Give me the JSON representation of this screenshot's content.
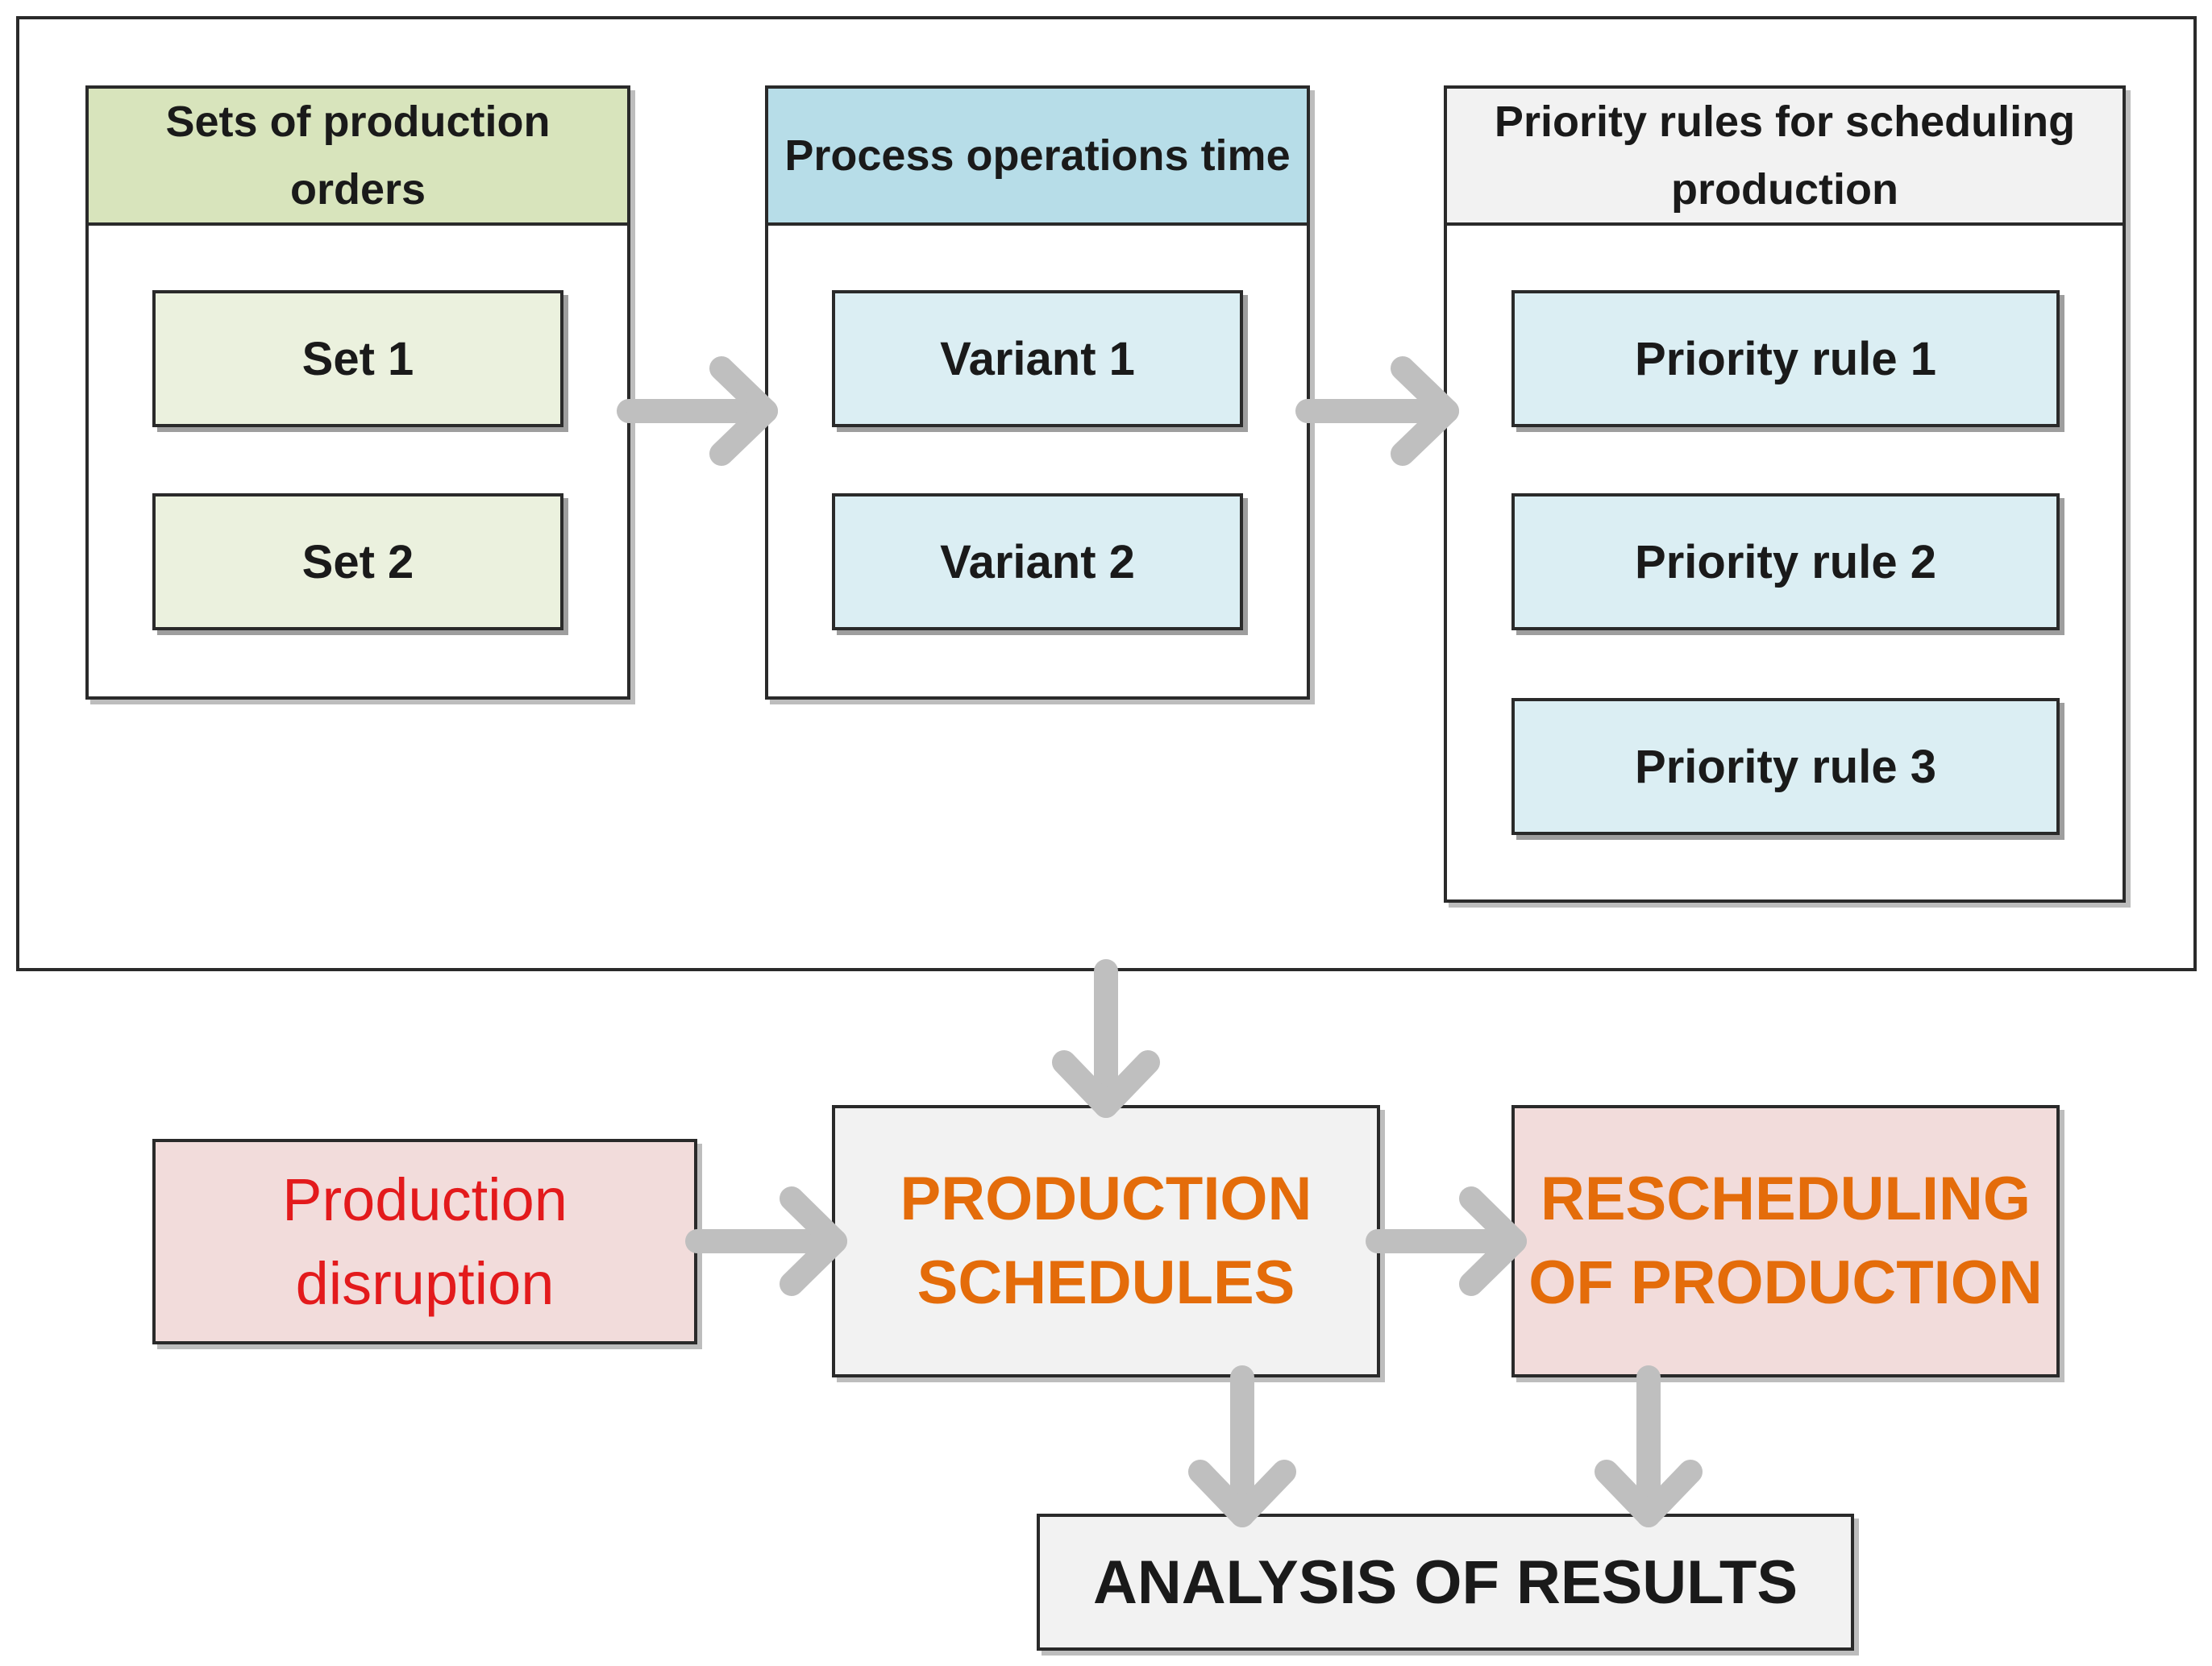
{
  "colors": {
    "green_head": "#d8e4bc",
    "green_item": "#ebf1de",
    "blue_head": "#b7dde8",
    "blue_item": "#dbeef3",
    "gray_head": "#f2f2f2",
    "pink_box": "#f2dcdb",
    "gray_box": "#f2f2f2",
    "orange_text": "#e46c0a",
    "red_text": "#e31a1c",
    "arrow": "#bfbfbf"
  },
  "panels": {
    "orders": {
      "title": "Sets of production orders",
      "items": [
        "Set 1",
        "Set 2"
      ]
    },
    "operations": {
      "title": "Process operations time",
      "items": [
        "Variant 1",
        "Variant 2"
      ]
    },
    "rules": {
      "title": "Priority rules for scheduling production",
      "items": [
        "Priority rule 1",
        "Priority rule 2",
        "Priority rule 3"
      ]
    }
  },
  "boxes": {
    "disruption": "Production\ndisruption",
    "schedules": "PRODUCTION\nSCHEDULES",
    "rescheduling": "RESCHEDULING\nOF PRODUCTION",
    "analysis": "ANALYSIS OF RESULTS"
  }
}
